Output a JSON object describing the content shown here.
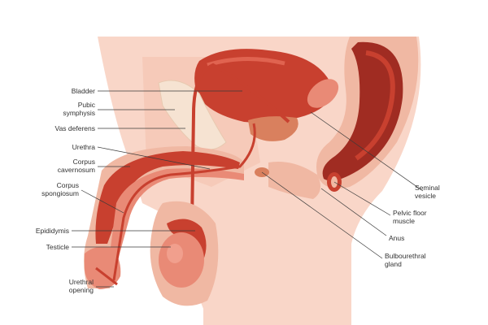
{
  "labels": {
    "bladder": "Bladder",
    "pubic_symphysis": [
      "Pubic",
      "symphysis"
    ],
    "vas_deferens": "Vas deferens",
    "urethra": "Urethra",
    "corpus_cavernosum": [
      "Corpus",
      "cavernosum"
    ],
    "corpus_spongiosum": [
      "Corpus",
      "spongiosum"
    ],
    "epididymis": "Epididymis",
    "testicle": "Testicle",
    "urethral_opening": [
      "Urethral",
      "opening"
    ],
    "seminal_vesicle": [
      "Seminal",
      "vesicle"
    ],
    "pelvic_floor_muscle": [
      "Pelvic floor",
      "muscle"
    ],
    "anus": "Anus",
    "bulbourethral_gland": [
      "Bulbourethral",
      "gland"
    ]
  },
  "colors": {
    "skin": "#f9d6c8",
    "skin_dark": "#f0b8a3",
    "muscle": "#c8402f",
    "muscle_dark": "#a02c22",
    "tissue": "#e98a76",
    "bone": "#f6e3d2",
    "gland": "#d9805e"
  }
}
